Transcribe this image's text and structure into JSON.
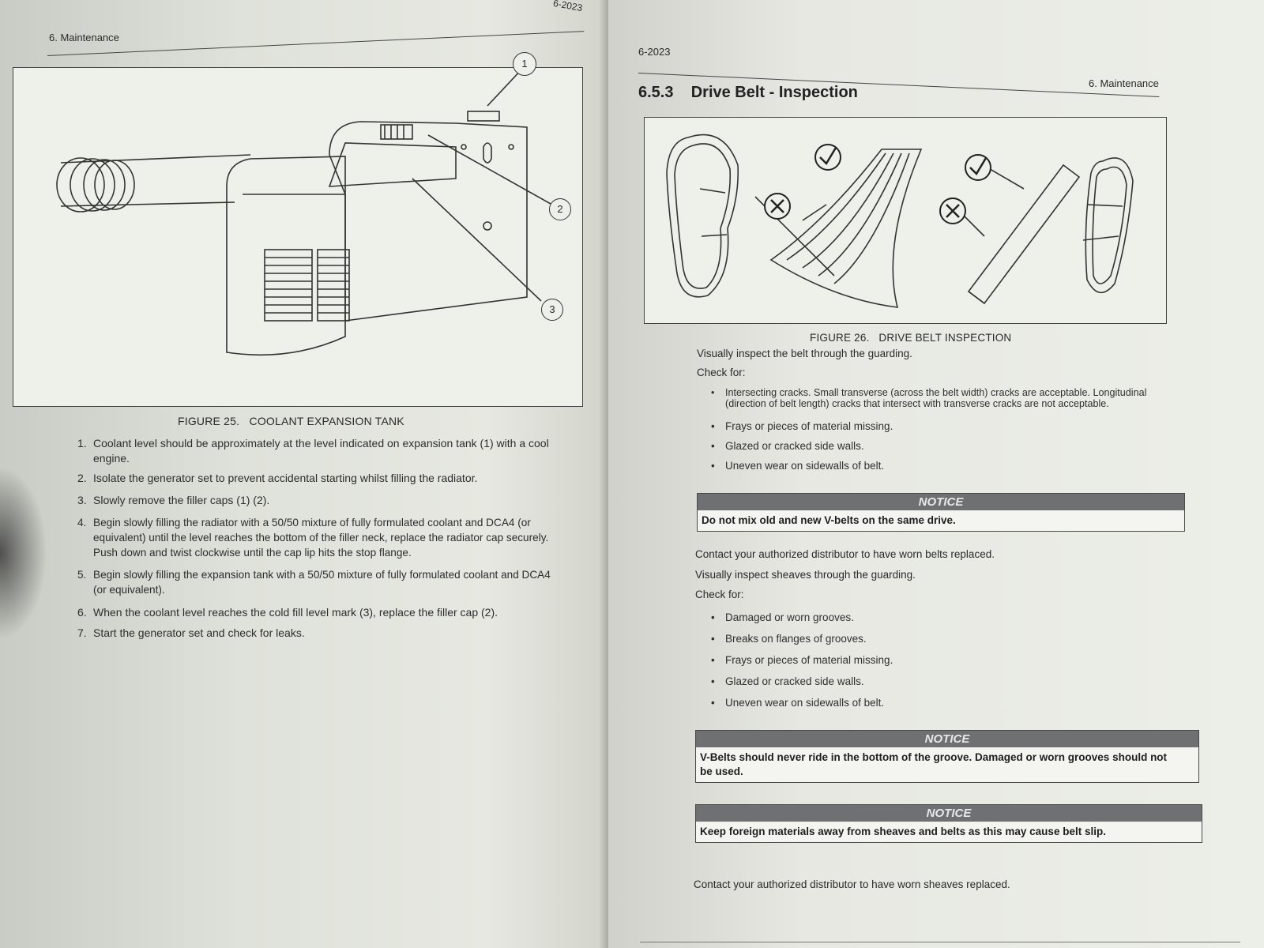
{
  "left_page": {
    "section_header": "6. Maintenance",
    "corner_date": "6-2023",
    "figure": {
      "caption_number": "FIGURE 25.",
      "caption_title": "COOLANT EXPANSION TANK",
      "callouts": [
        "1",
        "2",
        "3"
      ]
    },
    "steps": [
      {
        "num": "1.",
        "text": "Coolant level should be approximately at the level indicated on expansion tank (1) with a cool",
        "cont": "engine."
      },
      {
        "num": "2.",
        "text": "Isolate the generator set to prevent accidental starting whilst filling the radiator."
      },
      {
        "num": "3.",
        "text": "Slowly remove the filler caps (1) (2)."
      },
      {
        "num": "4.",
        "text": "Begin slowly filling the radiator with a 50/50 mixture of fully formulated coolant and DCA4 (or",
        "cont": "equivalent) until the level reaches the bottom of the filler neck, replace the radiator cap securely.",
        "cont2": "Push down and twist clockwise until the cap lip hits the stop flange."
      },
      {
        "num": "5.",
        "text": "Begin slowly filling the expansion tank with a 50/50 mixture of fully formulated coolant and DCA4",
        "cont": "(or equivalent)."
      },
      {
        "num": "6.",
        "text": "When the coolant level reaches the cold fill level mark (3), replace the filler cap (2)."
      },
      {
        "num": "7.",
        "text": "Start the generator set and check for leaks."
      }
    ]
  },
  "right_page": {
    "date": "6-2023",
    "section_header": "6. Maintenance",
    "section_number": "6.5.3",
    "section_title": "Drive Belt - Inspection",
    "figure": {
      "caption_number": "FIGURE 26.",
      "caption_title": "DRIVE BELT INSPECTION"
    },
    "intro_1": "Visually inspect the belt through the guarding.",
    "check_for_1": "Check for:",
    "belt_checks": [
      "Intersecting cracks. Small transverse (across the belt width) cracks are acceptable. Longitudinal",
      "Frays or pieces of material missing.",
      "Glazed or cracked side walls.",
      "Uneven wear on sidewalls of belt."
    ],
    "belt_check_1_cont": "(direction of belt length) cracks that intersect with transverse cracks are not acceptable.",
    "notice_1": {
      "head": "NOTICE",
      "body": "Do not mix old and new V-belts on the same drive."
    },
    "contact_1": "Contact your authorized distributor to have worn belts replaced.",
    "intro_2": "Visually inspect sheaves through the guarding.",
    "check_for_2": "Check for:",
    "sheave_checks": [
      "Damaged or worn grooves.",
      "Breaks on flanges of grooves.",
      "Frays or pieces of material missing.",
      "Glazed or cracked side walls.",
      "Uneven wear on sidewalls of belt."
    ],
    "notice_2": {
      "head": "NOTICE",
      "body": "V-Belts should never ride in the bottom of the groove. Damaged or worn grooves should not",
      "body_cont": "be used."
    },
    "notice_3": {
      "head": "NOTICE",
      "body": "Keep foreign materials away from sheaves and belts as this may cause belt slip."
    },
    "contact_2": "Contact your authorized distributor to have worn sheaves replaced."
  }
}
